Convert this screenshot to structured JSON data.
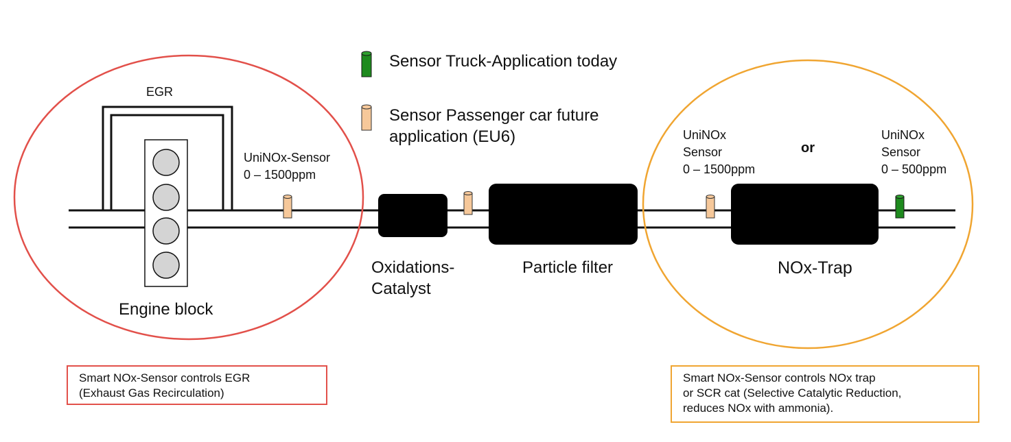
{
  "legend": {
    "truck": {
      "label": "Sensor Truck-Application today",
      "color": "#1e8a1e",
      "icon": "green-sensor-icon"
    },
    "passenger": {
      "label": "Sensor Passenger car future\napplication (EU6)",
      "color": "#f6c89a",
      "icon": "peach-sensor-icon"
    }
  },
  "engine": {
    "egr_label": "EGR",
    "block_label": "Engine block",
    "circle_color": "#e2504a"
  },
  "sensors": {
    "upstream": "UniNOx-Sensor\n0 – 1500ppm",
    "trap_in": "UniNOx\nSensor\n0 – 1500ppm",
    "trap_out": "UniNOx\nSensor\n0 – 500ppm"
  },
  "components": {
    "oxidation_catalyst": "Oxidations-\nCatalyst",
    "particle_filter": "Particle filter",
    "nox_trap": "NOx-Trap",
    "or_label": "or"
  },
  "aftertreatment": {
    "circle_color": "#f0a531"
  },
  "notes": {
    "egr": "Smart NOx-Sensor controls EGR\n(Exhaust Gas Recirculation)",
    "trap": "Smart NOx-Sensor controls NOx trap\nor SCR cat (Selective Catalytic Reduction,\nreduces NOx with ammonia)."
  }
}
